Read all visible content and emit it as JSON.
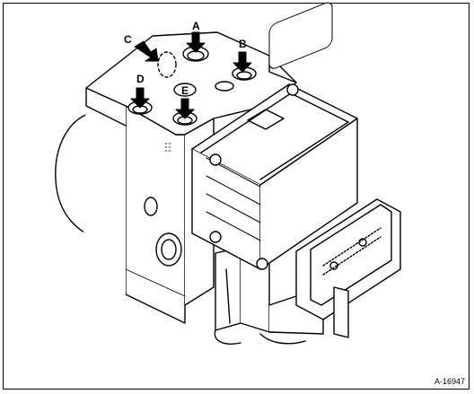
{
  "figure": {
    "reference_code": "A-16947",
    "callouts": [
      {
        "id": "A",
        "text": "A",
        "target": "port"
      },
      {
        "id": "B",
        "text": "B",
        "target": "port"
      },
      {
        "id": "C",
        "text": "C",
        "target": "plugged-port"
      },
      {
        "id": "D",
        "text": "D",
        "target": "port"
      },
      {
        "id": "E",
        "text": "E",
        "target": "port"
      }
    ]
  },
  "colors": {
    "line": "#000000",
    "background": "#ffffff"
  }
}
